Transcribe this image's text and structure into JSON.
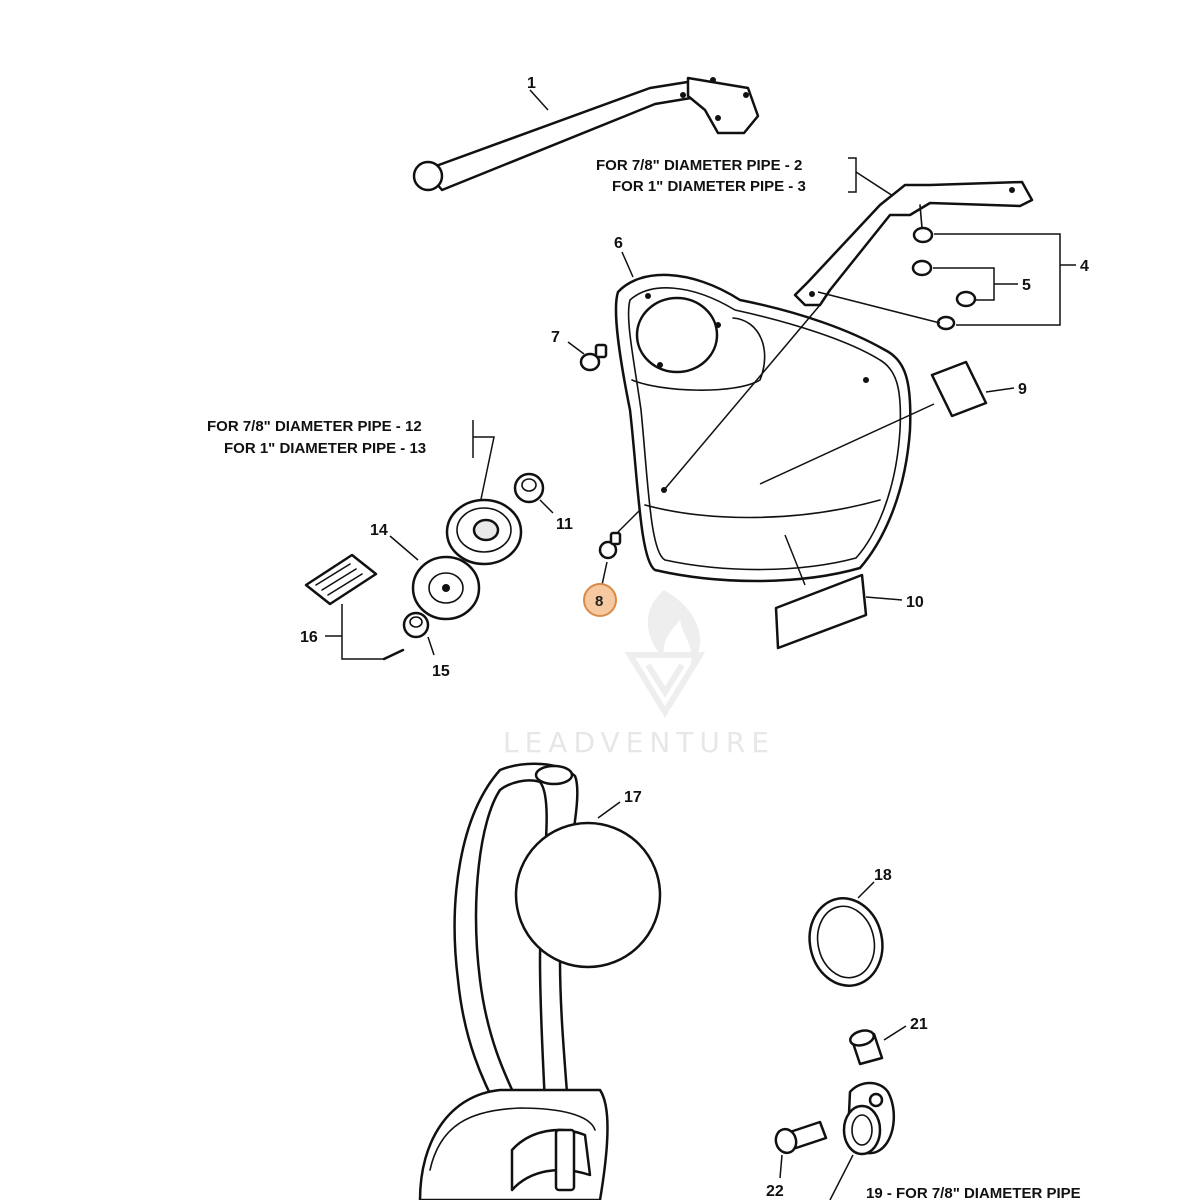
{
  "watermark": {
    "text": "LEADVENTURE"
  },
  "notes": {
    "n2": "FOR 7/8\"  DIAMETER PIPE - 2",
    "n3": "FOR 1\"  DIAMETER PIPE - 3",
    "n12": "FOR 7/8\"  DIAMETER PIPE - 12",
    "n13": "FOR 1\"  DIAMETER PIPE - 13",
    "n19": "19 - FOR 7/8\"  DIAMETER PIPE"
  },
  "callouts": {
    "c1": "1",
    "c4": "4",
    "c5": "5",
    "c6": "6",
    "c7": "7",
    "c8": "8",
    "c9": "9",
    "c10": "10",
    "c11": "11",
    "c14": "14",
    "c15": "15",
    "c16": "16",
    "c17": "17",
    "c18": "18",
    "c21": "21",
    "c22": "22"
  },
  "highlight": {
    "callout": "8",
    "color": "#f7c9a0"
  }
}
